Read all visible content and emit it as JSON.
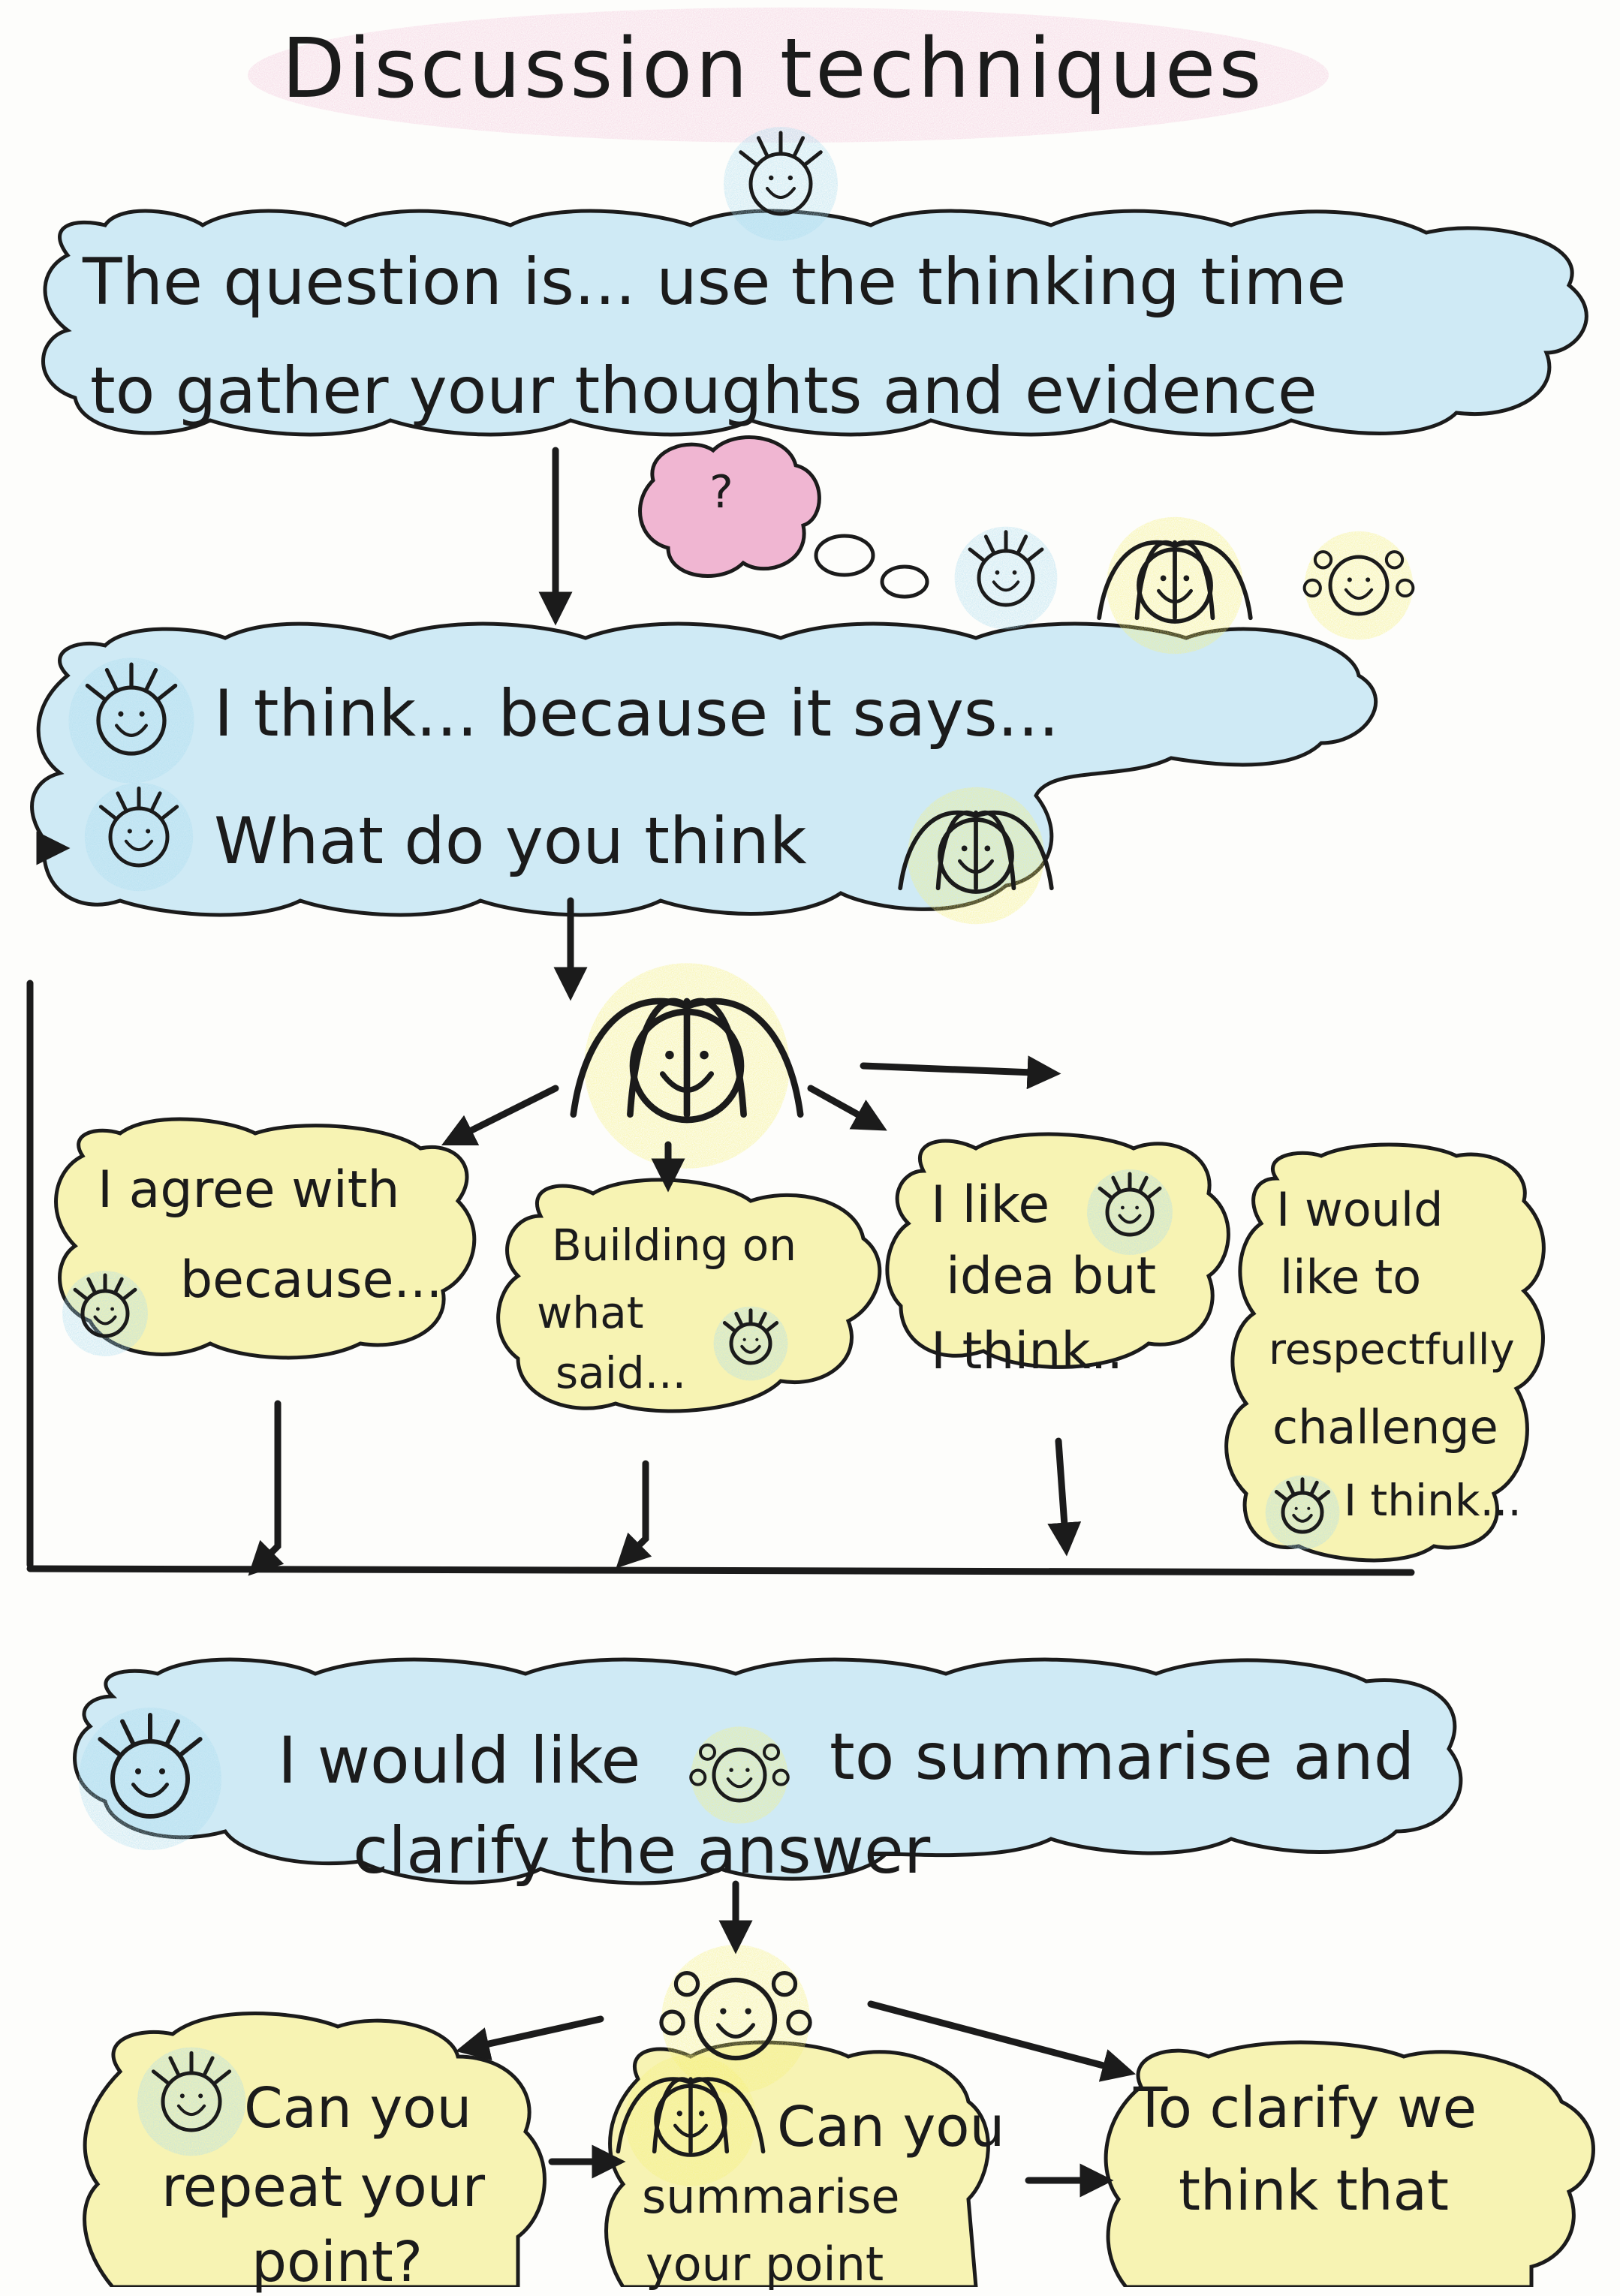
{
  "title": "Discussion techniques",
  "question": {
    "line1": "The question is... use the thinking time",
    "line2": "to gather your thoughts and evidence",
    "thought_symbol": "?"
  },
  "think": {
    "line1": "I think... because it says...",
    "line2": "What do you think"
  },
  "responses": {
    "agree": {
      "line1": "I agree with",
      "line2": "because..."
    },
    "building": {
      "line1": "Building on",
      "line2": "what",
      "line3": "said..."
    },
    "like": {
      "line1": "I like",
      "line2": "idea but",
      "line3": "I think.."
    },
    "challenge": {
      "line1": "I would",
      "line2": "like to",
      "line3": "respectfully",
      "line4": "challenge",
      "line5": "I think..."
    }
  },
  "summarise": {
    "line1a": "I would like",
    "line1b": "to summarise and",
    "line2": "clarify the answer"
  },
  "bottom": {
    "repeat": {
      "line1": "Can you",
      "line2": "repeat your",
      "line3": "point?"
    },
    "summarise": {
      "line1": "Can you",
      "line2": "summarise",
      "line3": "your point"
    },
    "clarify": {
      "line1": "To clarify we",
      "line2": "think that"
    }
  },
  "colors": {
    "ink": "#1b1b1b",
    "blue_crayon": "#a9dcef",
    "blue_face": "#3fa9dd",
    "yellow_crayon": "#f5f07a",
    "pink_crayon": "#f0b6d2",
    "paper": "#fdfdfb"
  },
  "icons": [
    "spiky-hair-face-icon",
    "long-hair-face-icon",
    "curly-bunches-face-icon",
    "thought-bubble-icon",
    "arrow-icon"
  ]
}
